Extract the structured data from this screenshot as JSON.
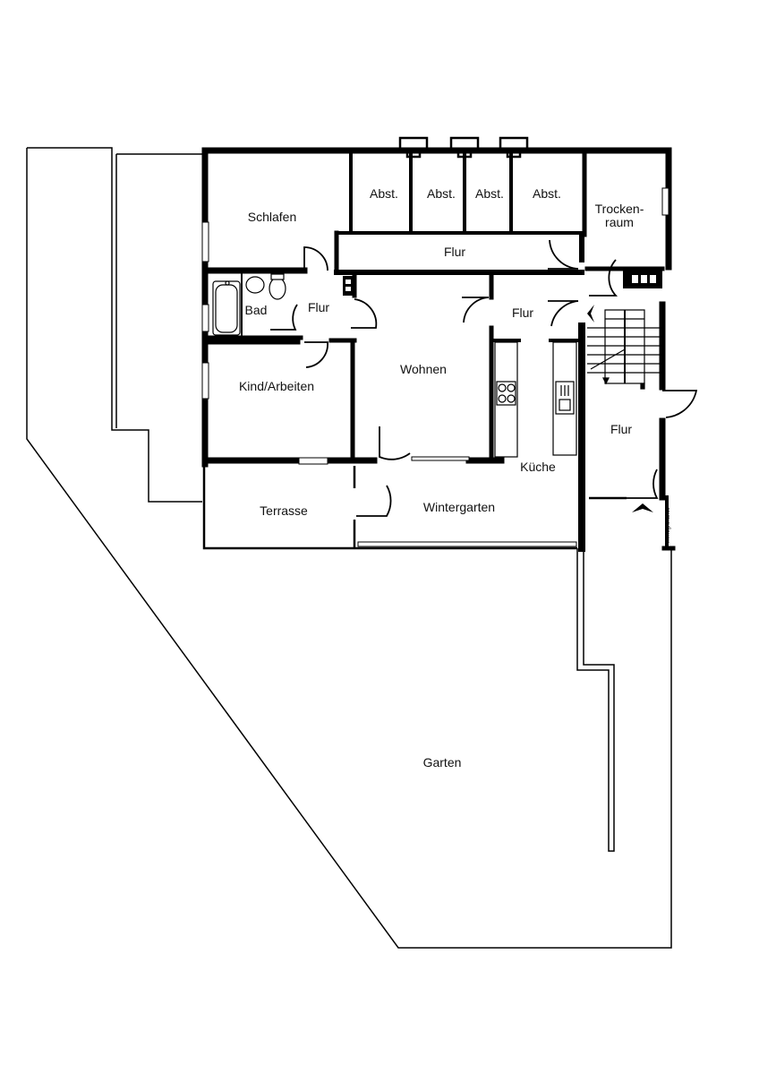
{
  "floorplan": {
    "rooms": {
      "schlafen": "Schlafen",
      "abst1": "Abst.",
      "abst2": "Abst.",
      "abst3": "Abst.",
      "abst4": "Abst.",
      "trocken1": "Trocken-",
      "trocken2": "raum",
      "flur_top": "Flur",
      "bad": "Bad",
      "flur_small": "Flur",
      "flur_mid": "Flur",
      "wohnen": "Wohnen",
      "kind": "Kind/Arbeiten",
      "flur_right": "Flur",
      "kueche": "Küche",
      "terrasse": "Terrasse",
      "wintergarten": "Wintergarten",
      "garten": "Garten"
    },
    "watermark": "immogrundriss"
  },
  "colors": {
    "wall": "#000000",
    "background": "#ffffff"
  }
}
